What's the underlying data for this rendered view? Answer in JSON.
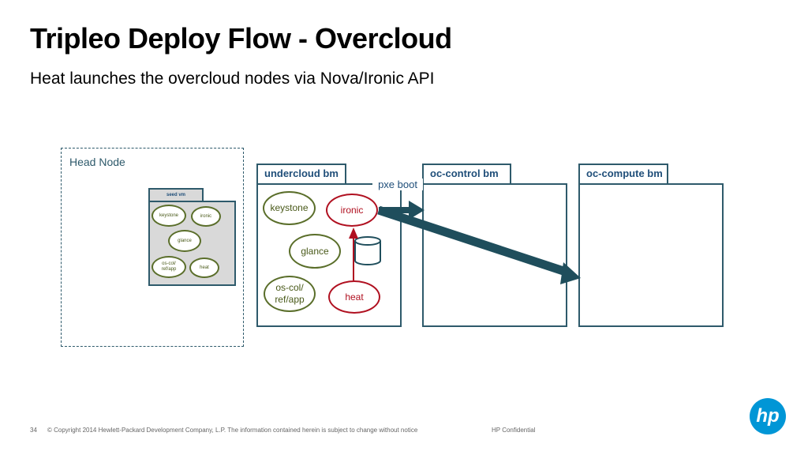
{
  "slide": {
    "title": "Tripleo Deploy Flow - Overcloud",
    "subtitle": "Heat launches the overcloud nodes via Nova/Ironic API"
  },
  "head_node": {
    "label": "Head Node",
    "seed_vm": {
      "label": "seed vm",
      "services": {
        "keystone": "keystone",
        "ironic": "ironic",
        "glance": "glance",
        "os_col": "os-col/\nref/app",
        "heat": "heat"
      }
    }
  },
  "undercloud": {
    "label": "undercloud bm",
    "services": {
      "keystone": "keystone",
      "ironic": "ironic",
      "glance": "glance",
      "os_col": "os-col/\nref/app",
      "heat": "heat"
    }
  },
  "oc_control": {
    "label": "oc-control bm"
  },
  "oc_compute": {
    "label": "oc-compute bm"
  },
  "pxe_boot": "pxe boot",
  "footer": {
    "page": "34",
    "copyright": "© Copyright 2014 Hewlett-Packard Development Company, L.P.  The information contained herein is subject to change without notice",
    "confidential": "HP Confidential"
  },
  "logo_text": "hp",
  "colors": {
    "box_border": "#2e5a6b",
    "label_blue": "#1f4e79",
    "service_green": "#5a6e2a",
    "active_red": "#b01020",
    "arrow": "#1f4e5c",
    "hp_blue": "#0096d6"
  }
}
